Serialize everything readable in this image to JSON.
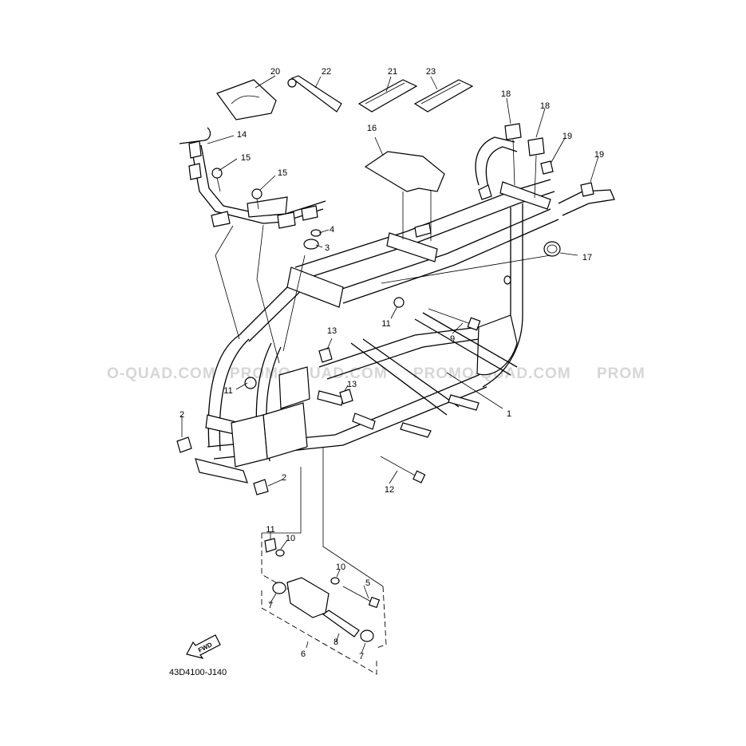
{
  "diagram": {
    "callouts": [
      "1",
      "2",
      "2",
      "3",
      "4",
      "5",
      "6",
      "7",
      "7",
      "8",
      "9",
      "10",
      "10",
      "11",
      "11",
      "11",
      "12",
      "13",
      "13",
      "14",
      "15",
      "15",
      "16",
      "17",
      "18",
      "18",
      "19",
      "19",
      "20",
      "21",
      "22",
      "23"
    ],
    "diagram_code": "43D4100-J140",
    "direction_label": "FWD",
    "watermark": [
      "O-QUAD.COM",
      "PROMO-QUAD.COM",
      "PROMO-QUAD.COM",
      "PROM"
    ]
  }
}
